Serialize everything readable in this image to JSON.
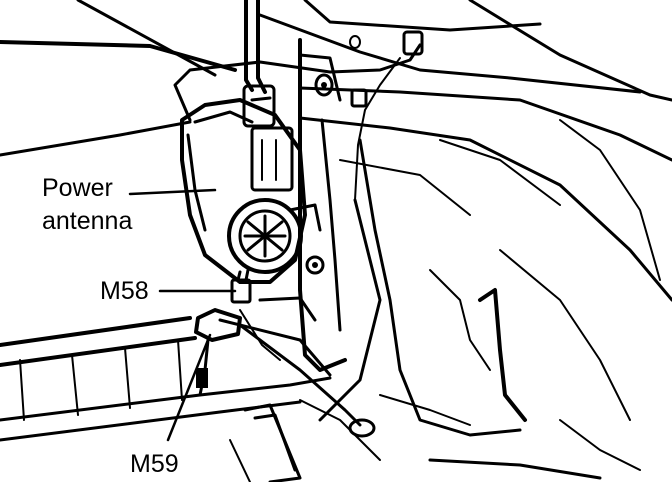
{
  "labels": {
    "power_antenna_line1": "Power",
    "power_antenna_line2": "antenna",
    "connector_m58": "M58",
    "connector_m59": "M59"
  },
  "colors": {
    "ink": "#000000",
    "paper": "#ffffff"
  }
}
